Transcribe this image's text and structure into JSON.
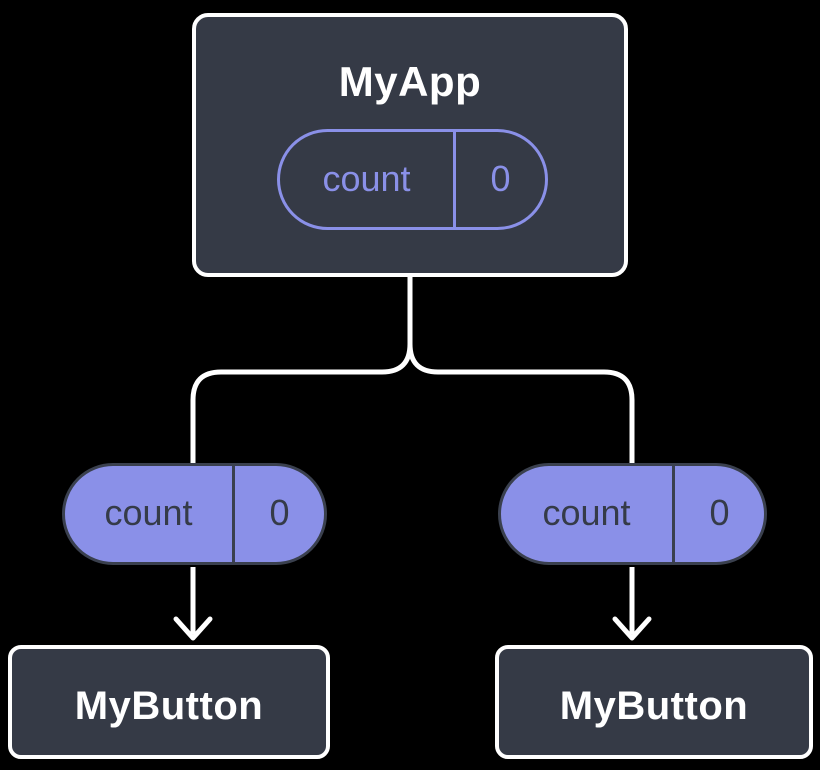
{
  "theme": {
    "bg": "#000000",
    "card": "#353A46",
    "white": "#FFFFFF",
    "purple": "#8A90E8",
    "pill-border-dark": "#3A404E",
    "ink": "#353B48"
  },
  "tree": {
    "root": {
      "label": "MyApp",
      "state_pill": {
        "name": "count",
        "value": "0"
      }
    },
    "left_child": {
      "prop_pill": {
        "name": "count",
        "value": "0"
      },
      "label": "MyButton"
    },
    "right_child": {
      "prop_pill": {
        "name": "count",
        "value": "0"
      },
      "label": "MyButton"
    }
  }
}
